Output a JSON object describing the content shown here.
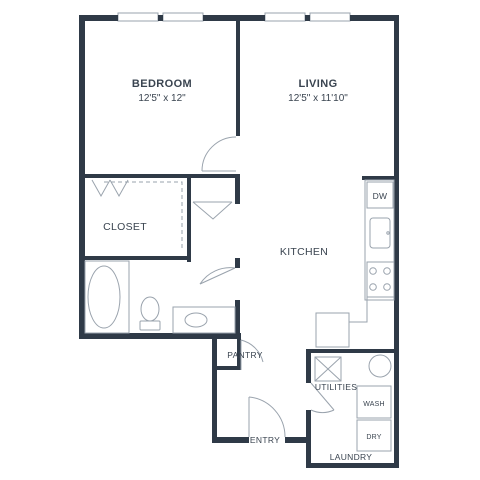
{
  "colors": {
    "wall": "#2f3a47",
    "fixture": "#9aa3ad",
    "background": "#ffffff",
    "text": "#3a4450"
  },
  "rooms": {
    "bedroom": {
      "name": "BEDROOM",
      "dims": "12'5\" x 12\""
    },
    "living": {
      "name": "LIVING",
      "dims": "12'5\" x 11'10\""
    },
    "closet": {
      "name": "CLOSET"
    },
    "kitchen": {
      "name": "KITCHEN"
    },
    "pantry": {
      "name": "PANTRY"
    },
    "utilities": {
      "name": "UTILITIES"
    },
    "entry": {
      "name": "ENTRY"
    },
    "laundry": {
      "name": "LAUNDRY"
    }
  },
  "fixtures": {
    "dishwasher": "DW",
    "washer": "WASH",
    "dryer": "DRY"
  }
}
